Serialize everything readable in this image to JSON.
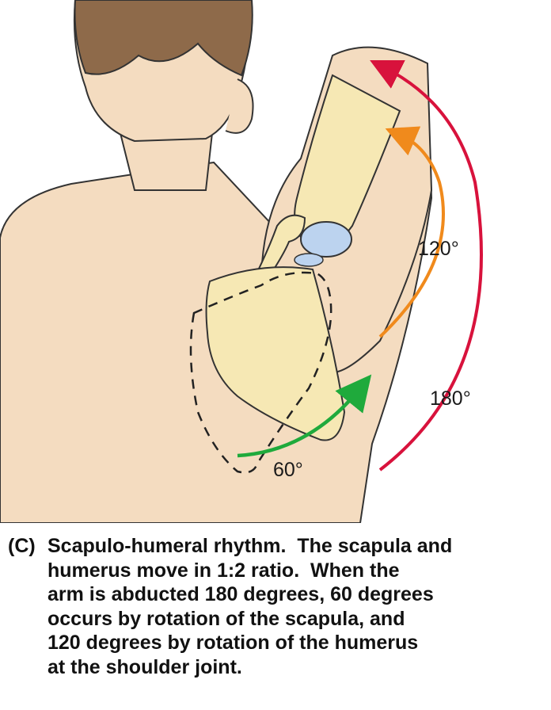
{
  "figure": {
    "angles": {
      "scapula": "60°",
      "humerus": "120°",
      "total": "180°"
    },
    "colors": {
      "scapula_arrow": "#1faa3c",
      "humerus_arrow": "#f08a1c",
      "total_arrow": "#d8123c",
      "skin": "#f4dcc0",
      "bone": "#f6e8b4",
      "cartilage": "#bcd3ef",
      "hair": "#8e6a4a"
    }
  },
  "caption": {
    "tag": "(C)",
    "lines": [
      "Scapulo-humeral rhythm.  The scapula and",
      "humerus move in 1:2 ratio.  When the",
      "arm is abducted 180 degrees, 60 degrees",
      "occurs by rotation of the scapula, and",
      "120 degrees by rotation of the humerus",
      "at the shoulder joint."
    ]
  }
}
